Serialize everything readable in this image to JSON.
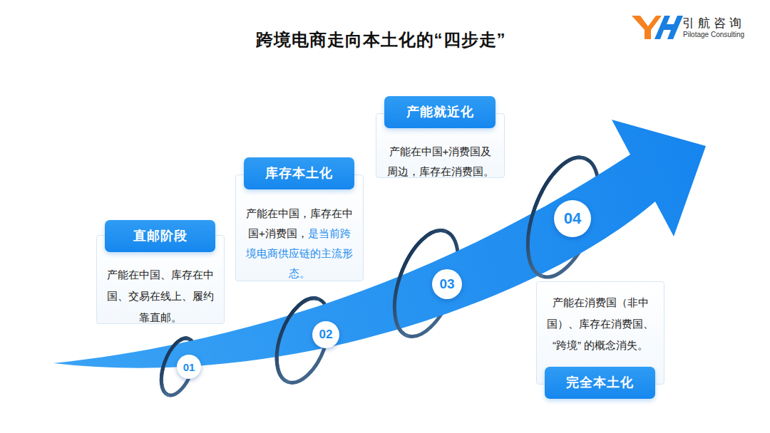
{
  "diagram": {
    "title": "跨境电商走向本土化的“四步走”",
    "nodes": [
      {
        "text": [
          "直邮阶段",
          "产能在中国、库存在中国、交易在线上、履约靠直邮。"
        ]
      },
      {
        "text": [
          "01"
        ]
      },
      {
        "text": [
          "库存本土化",
          "产能在中国，库存在中国+消费国，",
          "是当前跨境电商供应链的主流形态。"
        ]
      },
      {
        "text": [
          "02"
        ]
      },
      {
        "text": [
          "产能就近化",
          "产能在中国+消费国及周边，库存在消费国。"
        ]
      },
      {
        "text": [
          "03"
        ]
      },
      {
        "text": [
          "04"
        ]
      },
      {
        "text": [
          "完全本土化",
          "产能在消费国（非中国）、库存在消费国、“跨境” 的概念消失。"
        ]
      }
    ],
    "labels": [
      "引航咨询",
      "Pilotage Consulting"
    ]
  }
}
